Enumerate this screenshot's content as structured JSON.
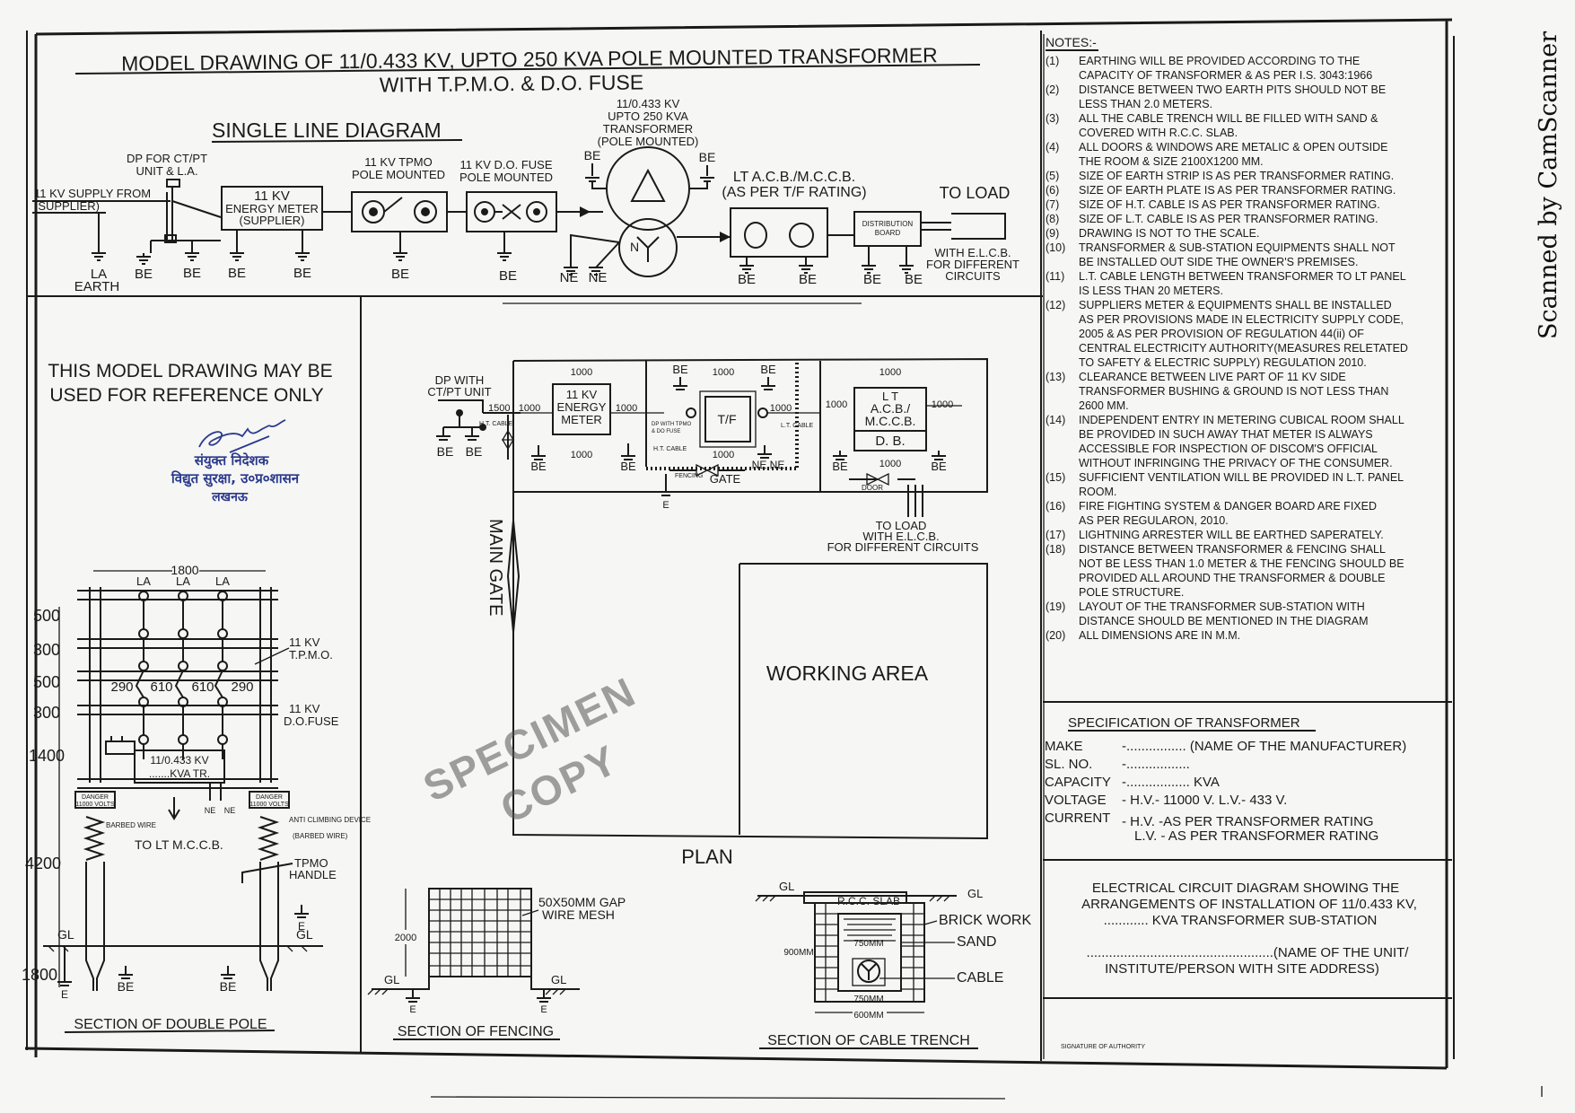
{
  "title": {
    "line1": "MODEL DRAWING OF 11/0.433 KV, UPTO 250 KVA POLE MOUNTED TRANSFORMER",
    "line2": "WITH T.P.M.O. & D.O. FUSE"
  },
  "sld": {
    "heading": "SINGLE LINE DIAGRAM",
    "supply": [
      "11 KV SUPPLY FROM",
      "(SUPPLIER)"
    ],
    "dp": [
      "DP FOR CT/PT",
      "UNIT & L.A."
    ],
    "meter": [
      "11 KV",
      "ENERGY METER",
      "(SUPPLIER)"
    ],
    "tpmo": [
      "11 KV  TPMO",
      "POLE MOUNTED"
    ],
    "dofuse": [
      "11 KV D.O. FUSE",
      "POLE MOUNTED"
    ],
    "transformer": [
      "11/0.433 KV",
      "UPTO 250 KVA",
      "TRANSFORMER",
      "(POLE MOUNTED)"
    ],
    "acb": [
      "LT A.C.B./M.C.C.B.",
      "(AS PER T/F RATING)"
    ],
    "distribution": [
      "DISTRIBUTION",
      "BOARD"
    ],
    "to_load": "TO  LOAD",
    "elcb": [
      "WITH E.L.C.B.",
      "FOR DIFFERENT",
      "CIRCUITS"
    ],
    "la_earth": [
      "LA",
      "EARTH"
    ],
    "be": "BE",
    "ne": "NE",
    "n": "N"
  },
  "reference_note": [
    "THIS MODEL DRAWING MAY BE",
    "USED FOR REFERENCE ONLY"
  ],
  "authority_stamp": [
    "संयुक्त निदेशक",
    "विद्युत सुरक्षा, उ०प्र०शासन",
    "लखनऊ"
  ],
  "plan": {
    "title": "PLAN",
    "dp": [
      "DP WITH",
      "CT/PT UNIT"
    ],
    "meter": [
      "11 KV",
      "ENERGY",
      "METER"
    ],
    "tf": "T/F",
    "acb": [
      "L T",
      "A.C.B./",
      "M.C.C.B."
    ],
    "db": "D. B.",
    "gate": "GATE",
    "door": "DOOR",
    "fencing": "FENCING",
    "ht_cable": "H.T. CABLE",
    "lt_cable": "L.T. CABLE",
    "dp_tpmo": [
      "DP WITH TPMO",
      "& DO FUSE"
    ],
    "main_gate": "MAIN GATE",
    "working_area": "WORKING  AREA",
    "load": [
      "TO LOAD",
      "WITH E.L.C.B.",
      "FOR DIFFERENT CIRCUITS"
    ],
    "dims": {
      "d1000": "1000",
      "d1500": "1500"
    },
    "specimen": [
      "SPECIMEN",
      "COPY"
    ]
  },
  "double_pole": {
    "title": "SECTION OF DOUBLE POLE",
    "width": "1800",
    "left_dims": [
      "500",
      "300",
      "500",
      "300",
      "1400",
      "4200",
      "1800"
    ],
    "spacing": [
      "290",
      "610",
      "610",
      "290"
    ],
    "la": "LA",
    "tpmo": [
      "11 KV",
      "T.P.M.O."
    ],
    "dofuse": [
      "11 KV",
      "D.O.FUSE"
    ],
    "tr": [
      "11/0.433 KV",
      ".......KVA TR."
    ],
    "danger": [
      "DANGER",
      "11000 VOLTS"
    ],
    "barbed": "BARBED WIRE",
    "anti": [
      "ANTI CLIMBING DEVICE",
      "(BARBED WIRE)"
    ],
    "to_lt": "TO LT M.C.C.B.",
    "handle": [
      "TPMO",
      "HANDLE"
    ],
    "gl": "GL",
    "e": "E",
    "be": "BE",
    "ne": "NE"
  },
  "fencing": {
    "title": "SECTION OF FENCING",
    "mesh": [
      "50X50MM GAP",
      "WIRE MESH"
    ],
    "height": "2000",
    "gl": "GL",
    "e": "E"
  },
  "trench": {
    "title": "SECTION OF CABLE TRENCH",
    "slab": "R.C.C. SLAB",
    "brick": "BRICK WORK",
    "sand": "SAND",
    "cable": "CABLE",
    "depth": "900MM",
    "w750": "750MM",
    "w600": "600MM",
    "gl": "GL"
  },
  "notes": {
    "heading": "NOTES:-",
    "items": [
      {
        "n": "(1)",
        "lines": [
          "EARTHING WILL BE PROVIDED ACCORDING TO THE",
          "CAPACITY OF TRANSFORMER & AS PER I.S. 3043:1966"
        ]
      },
      {
        "n": "(2)",
        "lines": [
          "DISTANCE BETWEEN TWO EARTH PITS SHOULD NOT BE",
          "LESS THAN 2.0 METERS."
        ]
      },
      {
        "n": "(3)",
        "lines": [
          "ALL THE CABLE TRENCH WILL BE FILLED WITH SAND &",
          "COVERED WITH R.C.C. SLAB."
        ]
      },
      {
        "n": "(4)",
        "lines": [
          "ALL DOORS & WINDOWS ARE METALIC & OPEN OUTSIDE",
          "THE ROOM & SIZE 2100X1200 MM."
        ]
      },
      {
        "n": "(5)",
        "lines": [
          "SIZE OF EARTH STRIP IS AS PER TRANSFORMER RATING."
        ]
      },
      {
        "n": "(6)",
        "lines": [
          "SIZE OF EARTH PLATE IS AS PER TRANSFORMER RATING."
        ]
      },
      {
        "n": "(7)",
        "lines": [
          "SIZE OF H.T. CABLE IS AS PER TRANSFORMER RATING."
        ]
      },
      {
        "n": "(8)",
        "lines": [
          "SIZE OF L.T. CABLE IS AS PER TRANSFORMER RATING."
        ]
      },
      {
        "n": "(9)",
        "lines": [
          "DRAWING IS NOT TO THE SCALE."
        ]
      },
      {
        "n": "(10)",
        "lines": [
          "TRANSFORMER & SUB-STATION EQUIPMENTS SHALL NOT",
          "BE  INSTALLED OUT SIDE THE OWNER'S PREMISES."
        ]
      },
      {
        "n": "(11)",
        "lines": [
          "L.T. CABLE LENGTH BETWEEN TRANSFORMER TO LT PANEL",
          "IS LESS THAN 20 METERS."
        ]
      },
      {
        "n": "(12)",
        "lines": [
          "SUPPLIERS METER & EQUIPMENTS SHALL BE INSTALLED",
          "AS PER PROVISIONS MADE IN ELECTRICITY SUPPLY CODE,",
          "2005 & AS PER PROVISION OF REGULATION 44(ii) OF",
          "CENTRAL ELECTRICITY AUTHORITY(MEASURES RELETATED",
          "TO SAFETY & ELECTRIC SUPPLY) REGULATION 2010."
        ]
      },
      {
        "n": "(13)",
        "lines": [
          "CLEARANCE BETWEEN LIVE PART OF 11 KV SIDE",
          "TRANSFORMER BUSHING & GROUND IS NOT LESS THAN",
          "2600 MM."
        ]
      },
      {
        "n": "(14)",
        "lines": [
          "INDEPENDENT ENTRY IN METERING CUBICAL ROOM SHALL",
          "BE PROVIDED IN SUCH AWAY THAT METER IS ALWAYS",
          "ACCESSIBLE FOR INSPECTION OF DISCOM'S OFFICIAL",
          "WITHOUT INFRINGING THE PRIVACY OF THE CONSUMER."
        ]
      },
      {
        "n": "(15)",
        "lines": [
          "SUFFICIENT VENTILATION WILL BE PROVIDED IN L.T. PANEL",
          "ROOM."
        ]
      },
      {
        "n": "(16)",
        "lines": [
          "FIRE FIGHTING SYSTEM & DANGER BOARD ARE FIXED",
          "AS PER REGULARON, 2010."
        ]
      },
      {
        "n": "(17)",
        "lines": [
          "LIGHTNING ARRESTER WILL BE EARTHED SAPERATELY."
        ]
      },
      {
        "n": "(18)",
        "lines": [
          "DISTANCE BETWEEN TRANSFORMER & FENCING SHALL",
          "NOT BE LESS THAN 1.0 METER & THE FENCING SHOULD BE",
          "PROVIDED ALL AROUND THE TRANSFORMER & DOUBLE",
          "POLE STRUCTURE."
        ]
      },
      {
        "n": "(19)",
        "lines": [
          "LAYOUT OF THE TRANSFORMER SUB-STATION WITH",
          "DISTANCE SHOULD BE MENTIONED IN THE DIAGRAM"
        ]
      },
      {
        "n": "(20)",
        "lines": [
          "ALL DIMENSIONS ARE IN M.M."
        ]
      }
    ]
  },
  "spec": {
    "heading": "SPECIFICATION OF TRANSFORMER",
    "rows": [
      {
        "label": "MAKE",
        "value": "-................    (NAME OF THE MANUFACTURER)"
      },
      {
        "label": "SL. NO.",
        "value": "-................."
      },
      {
        "label": "CAPACITY",
        "value": "-................. KVA"
      },
      {
        "label": "VOLTAGE",
        "value": "-  H.V.- 11000 V.  L.V.- 433 V."
      },
      {
        "label": "CURRENT",
        "value": "-  H.V. -AS PER TRANSFORMER RATING"
      },
      {
        "label": "",
        "value": "L.V. - AS PER TRANSFORMER RATING"
      }
    ]
  },
  "circuit": {
    "lines": [
      "ELECTRICAL CIRCUIT DIAGRAM SHOWING THE",
      "ARRANGEMENTS OF INSTALLATION OF 11/0.433 KV,",
      "............ KVA TRANSFORMER SUB-STATION"
    ],
    "unit": [
      "..................................................(NAME OF THE UNIT/",
      "INSTITUTE/PERSON WITH SITE ADDRESS)"
    ]
  },
  "signature": "SIGNATURE OF AUTHORITY",
  "scanner": "Scanned by CamScanner"
}
